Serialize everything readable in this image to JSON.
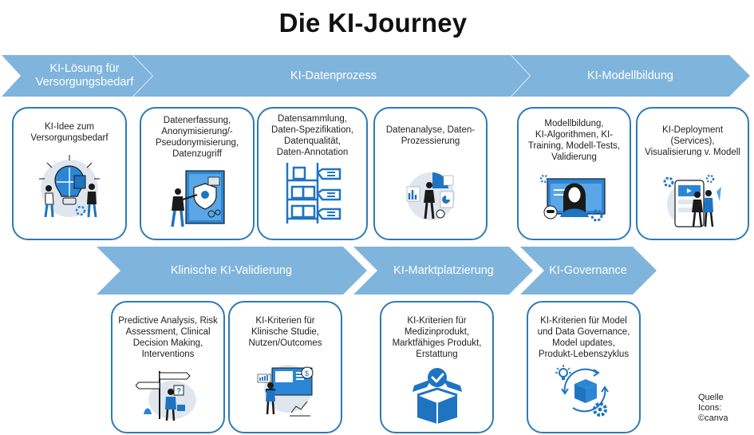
{
  "title": "Die KI-Journey",
  "colors": {
    "band": "#7fb4dc",
    "card_border": "#2d7bb5",
    "icon_blue": "#1f74c2",
    "icon_light": "#dfe6ee"
  },
  "phases_top": [
    {
      "label": "KI-Lösung für\nVersorgungsbedarf"
    },
    {
      "label": "KI-Datenprozess"
    },
    {
      "label": "KI-Modellbildung"
    }
  ],
  "phases_bottom": [
    {
      "label": "Klinische KI-Validierung"
    },
    {
      "label": "KI-Marktplatzierung"
    },
    {
      "label": "KI-Governance"
    }
  ],
  "cards_top": [
    {
      "text": "KI-Idee zum\nVersorgungsbedarf",
      "icon": "puzzle-lightbulb-icon"
    },
    {
      "text": "Datenerfassung,\nAnonymisierung/-\nPseudonymisierung,\nDatenzugriff",
      "icon": "security-shield-icon"
    },
    {
      "text": "Datensammlung,\nDaten-Spezifikation,\nDatenqualität,\nDaten-Annotation",
      "icon": "shelf-labels-icon"
    },
    {
      "text": "Datenanalyse, Daten-\nProzessierung",
      "icon": "data-analysis-icon"
    },
    {
      "text": "Modellbildung,\nKI-Algorithmen, KI-\nTraining, Modell-Tests,\nValidierung",
      "icon": "ai-model-icon"
    },
    {
      "text": "KI-Deployment\n(Services),\nVisualisierung v. Modell",
      "icon": "deployment-icon"
    }
  ],
  "cards_bottom": [
    {
      "text": "Predictive Analysis, Risk\nAssessment, Clinical\nDecision Making,\nInterventions",
      "icon": "signpost-decision-icon"
    },
    {
      "text": "KI-Kriterien für\nKlinische Studie,\nNutzen/Outcomes",
      "icon": "dashboard-outcomes-icon"
    },
    {
      "text": "KI-Kriterien für\nMedizinprodukt,\nMarktfähiges Produkt,\nErstattung",
      "icon": "box-checkmark-icon"
    },
    {
      "text": "KI-Kriterien für Model\nund Data Governance,\nModel updates,\nProdukt-Lebenszyklus",
      "icon": "product-lifecycle-icon"
    }
  ],
  "source_note": "Quelle\nIcons:\n©canva"
}
